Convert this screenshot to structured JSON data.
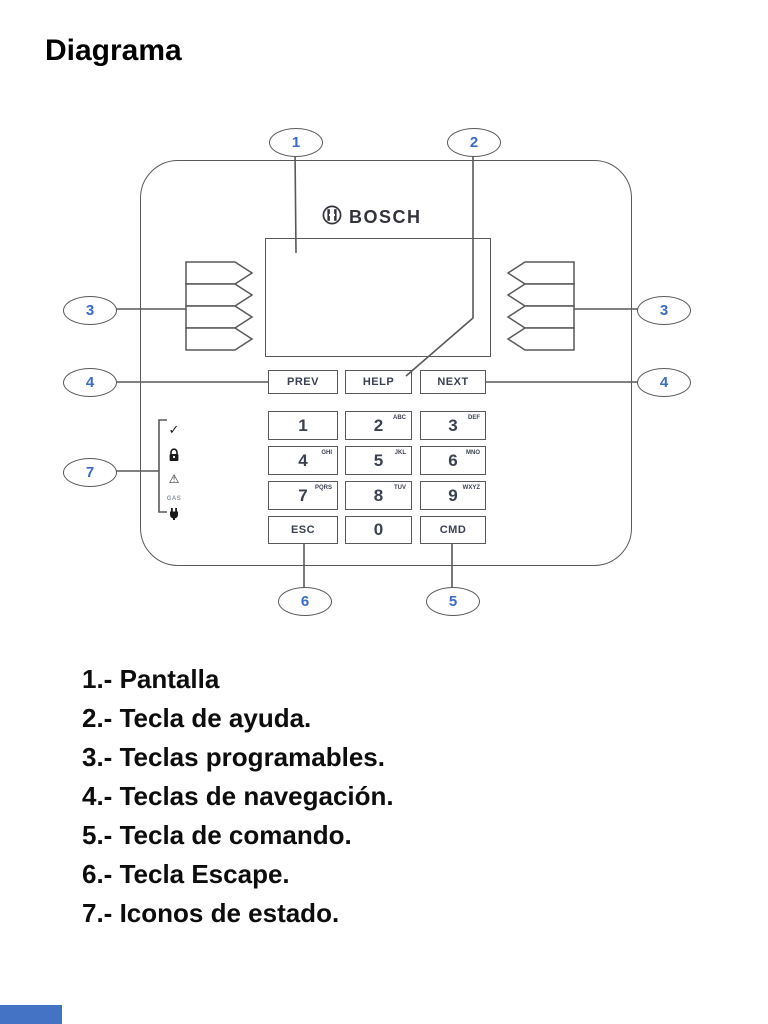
{
  "page": {
    "title": "Diagrama",
    "accent_bar_color": "#4472c4"
  },
  "device": {
    "brand": "BOSCH",
    "brand_icon": "bosch-armature-icon",
    "colors": {
      "outline": "#58595b",
      "key_text": "#3a4150",
      "callout_number": "#3b6bc7",
      "logo": "#33333d"
    },
    "nav_keys": {
      "prev": "PREV",
      "help": "HELP",
      "next": "NEXT"
    },
    "keys": [
      {
        "digit": "1",
        "letters": ""
      },
      {
        "digit": "2",
        "letters": "ABC"
      },
      {
        "digit": "3",
        "letters": "DEF"
      },
      {
        "digit": "4",
        "letters": "GHI"
      },
      {
        "digit": "5",
        "letters": "JKL"
      },
      {
        "digit": "6",
        "letters": "MNO"
      },
      {
        "digit": "7",
        "letters": "PQRS"
      },
      {
        "digit": "8",
        "letters": "TUV"
      },
      {
        "digit": "9",
        "letters": "WXYZ"
      },
      {
        "digit": "ESC",
        "letters": ""
      },
      {
        "digit": "0",
        "letters": ""
      },
      {
        "digit": "CMD",
        "letters": ""
      }
    ],
    "status_icons": [
      {
        "name": "check-icon",
        "glyph": "✓"
      },
      {
        "name": "lock-icon",
        "glyph": "padlock-shape"
      },
      {
        "name": "warning-icon",
        "glyph": "⚠"
      },
      {
        "name": "gas-label",
        "glyph": "GAS"
      },
      {
        "name": "power-plug-icon",
        "glyph": "plug-shape"
      }
    ]
  },
  "callouts": {
    "n1": "1",
    "n2": "2",
    "n3": "3",
    "n4": "4",
    "n5": "5",
    "n6": "6",
    "n7": "7"
  },
  "legend": {
    "items": [
      {
        "text": "1.- Pantalla"
      },
      {
        "text": "2.- Tecla de ayuda."
      },
      {
        "text": "3.- Teclas programables."
      },
      {
        "text": "4.- Teclas de navegación."
      },
      {
        "text": "5.- Tecla de comando."
      },
      {
        "text": "6.- Tecla Escape."
      },
      {
        "text": "7.- Iconos de estado."
      }
    ]
  }
}
